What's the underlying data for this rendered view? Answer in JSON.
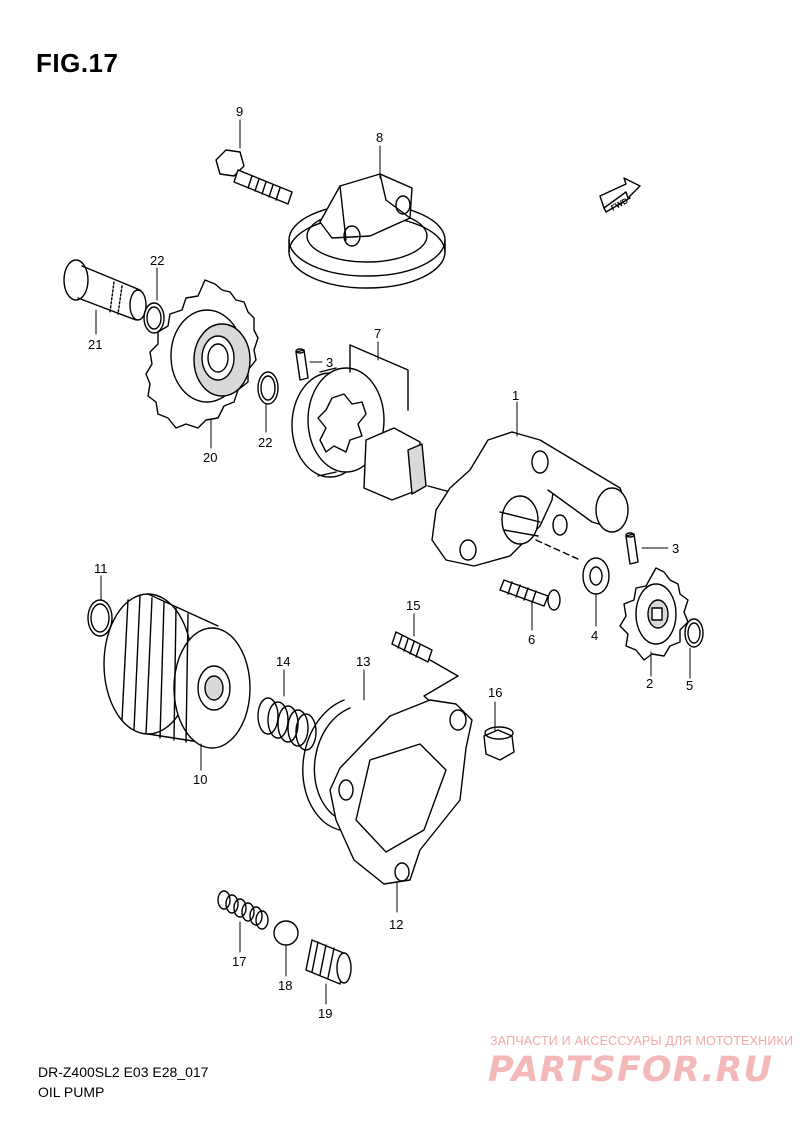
{
  "figure": {
    "title": "FIG.17",
    "model_code": "DR-Z400SL2 E03 E28_017",
    "section_name": "OIL PUMP",
    "direction_badge": "FWD"
  },
  "callouts": [
    {
      "id": "callout-1",
      "label": "1"
    },
    {
      "id": "callout-2",
      "label": "2"
    },
    {
      "id": "callout-3a",
      "label": "3"
    },
    {
      "id": "callout-3b",
      "label": "3"
    },
    {
      "id": "callout-4",
      "label": "4"
    },
    {
      "id": "callout-5",
      "label": "5"
    },
    {
      "id": "callout-6",
      "label": "6"
    },
    {
      "id": "callout-7",
      "label": "7"
    },
    {
      "id": "callout-8",
      "label": "8"
    },
    {
      "id": "callout-9",
      "label": "9"
    },
    {
      "id": "callout-10",
      "label": "10"
    },
    {
      "id": "callout-11",
      "label": "11"
    },
    {
      "id": "callout-12",
      "label": "12"
    },
    {
      "id": "callout-13",
      "label": "13"
    },
    {
      "id": "callout-14",
      "label": "14"
    },
    {
      "id": "callout-15",
      "label": "15"
    },
    {
      "id": "callout-16",
      "label": "16"
    },
    {
      "id": "callout-17",
      "label": "17"
    },
    {
      "id": "callout-18",
      "label": "18"
    },
    {
      "id": "callout-19",
      "label": "19"
    },
    {
      "id": "callout-20",
      "label": "20"
    },
    {
      "id": "callout-21",
      "label": "21"
    },
    {
      "id": "callout-22a",
      "label": "22"
    },
    {
      "id": "callout-22b",
      "label": "22"
    }
  ],
  "watermark": {
    "caption": "ЗАПЧАСТИ И АКСЕССУАРЫ ДЛЯ МОТОТЕХНИКИ",
    "logo_text": "PARTSFOR.RU",
    "color": "#f3b8b8"
  },
  "colors": {
    "ink": "#000000",
    "shade": "#d9d9d9",
    "background": "#ffffff"
  }
}
